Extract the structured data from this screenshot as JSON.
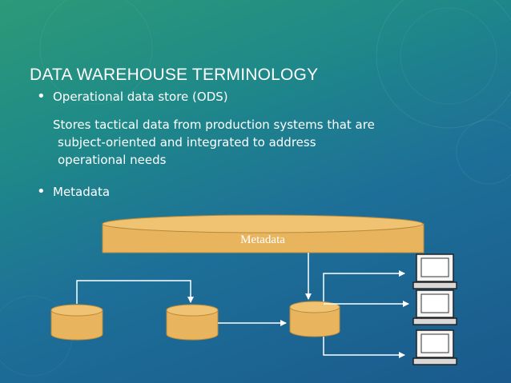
{
  "slide": {
    "title": "DATA WAREHOUSE TERMINOLOGY",
    "bullets": [
      {
        "text": "Operational data store (ODS)"
      },
      {
        "text": "Metadata"
      }
    ],
    "ods_description": [
      "Stores tactical data from production systems that are",
      "subject-oriented and integrated to address",
      "operational needs"
    ]
  },
  "diagram": {
    "metadata_label": "Metadata",
    "colors": {
      "cylinder_fill": "#e8b45e",
      "cylinder_stroke": "#b98a3a",
      "arrow": "#ffffff",
      "monitor_screen": "#ffffff",
      "monitor_body": "#d8d8d8"
    },
    "icons": [
      "database-cylinder",
      "computer-workstation-icon"
    ]
  }
}
